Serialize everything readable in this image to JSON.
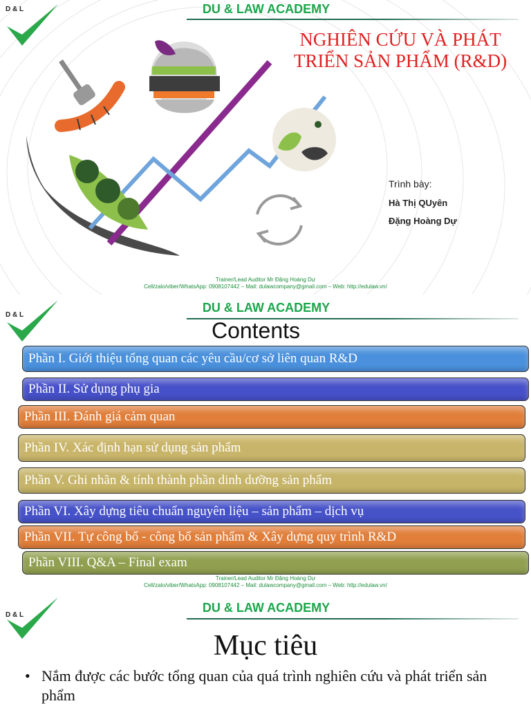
{
  "academy_name": "DU & LAW ACADEMY",
  "logo_text": "D & L",
  "footer": {
    "line1": "Trainer/Lead Auditor Mr Đặng Hoàng Dự",
    "line2": "Cell/zalo/viber/WhatsApp: 0908107442 – Mail: dulawcompany@gmail.com – Web: http://edulaw.vn/"
  },
  "slide1": {
    "title_line1": "NGHIÊN CỨU VÀ PHÁT",
    "title_line2": "TRIỂN SẢN PHẨM (R&D)",
    "presenter_label": "Trình bày:",
    "presenter_1": "Hà Thị QUyên",
    "presenter_2": "Đặng Hoàng Dự"
  },
  "slide2": {
    "title": "Contents",
    "items": [
      {
        "label": "Phần I. Giới thiệu tổng quan các yêu cầu/cơ sở liên quan R&D",
        "color": "#4a90dc"
      },
      {
        "label": "Phần II. Sử dụng phụ gia",
        "color": "#4650c8"
      },
      {
        "label": "Phần III. Đánh giá cảm quan",
        "color": "#e07e3a"
      },
      {
        "label": "Phần IV. Xác định hạn sử dụng sản phẩm",
        "color": "#c9b56a"
      },
      {
        "label": "Phần V. Ghi nhãn & tính thành phần dinh dưỡng sản phẩm",
        "color": "#c6b468"
      },
      {
        "label": "Phần VI. Xây dựng tiêu chuẩn nguyên liệu – sản phẩm – dịch vụ",
        "color": "#4652c8"
      },
      {
        "label": "Phần VII. Tự công bố - công bố sản phẩm & Xây dựng quy trình R&D",
        "color": "#e07e3a"
      },
      {
        "label": "Phần VIII. Q&A – Final exam",
        "color": "#90a050"
      }
    ]
  },
  "slide3": {
    "title": "Mục tiêu",
    "bullet_symbol": "•",
    "bullet_1": "Nắm được các bước tổng quan của quá trình nghiên cứu và phát triển sản phẩm"
  }
}
